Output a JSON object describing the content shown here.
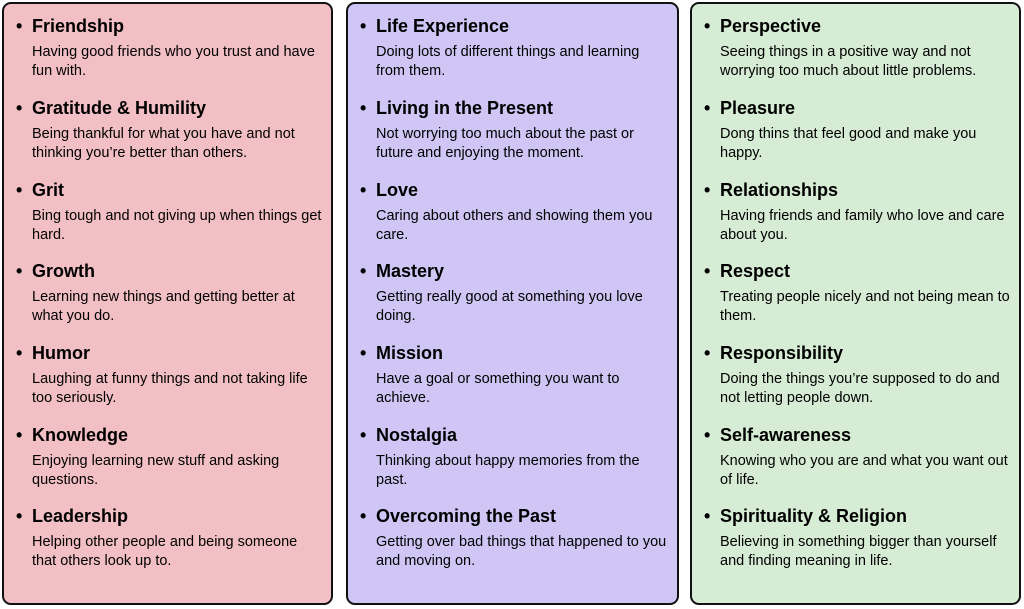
{
  "columns": [
    {
      "items": [
        {
          "title": "Friendship",
          "desc": "Having good friends who you trust and have fun with."
        },
        {
          "title": "Gratitude & Humility",
          "desc": "Being thankful for what you have and not thinking you’re better than others."
        },
        {
          "title": "Grit",
          "desc": "Bing tough and not giving up when things get hard."
        },
        {
          "title": "Growth",
          "desc": "Learning new things and getting better at what you do."
        },
        {
          "title": "Humor",
          "desc": "Laughing at funny things and not taking life too seriously."
        },
        {
          "title": "Knowledge",
          "desc": "Enjoying learning new stuff and asking questions."
        },
        {
          "title": "Leadership",
          "desc": "Helping other people and being someone that others look up to."
        }
      ]
    },
    {
      "items": [
        {
          "title": "Life Experience",
          "desc": "Doing lots of different things and learning from them."
        },
        {
          "title": "Living in the Present",
          "desc": "Not worrying too much about the past or future and enjoying the moment."
        },
        {
          "title": "Love",
          "desc": "Caring about others and showing them you care."
        },
        {
          "title": "Mastery",
          "desc": "Getting really good at something you love doing."
        },
        {
          "title": "Mission",
          "desc": "Have a goal or something you want to achieve."
        },
        {
          "title": "Nostalgia",
          "desc": "Thinking about happy memories from the past."
        },
        {
          "title": "Overcoming the Past",
          "desc": "Getting over bad things that happened to you and moving on."
        }
      ]
    },
    {
      "items": [
        {
          "title": "Perspective",
          "desc": "Seeing things in a positive way and not worrying too much about little problems."
        },
        {
          "title": "Pleasure",
          "desc": "Dong thins that feel good and make you happy."
        },
        {
          "title": "Relationships",
          "desc": "Having friends and family who love and care about you."
        },
        {
          "title": "Respect",
          "desc": "Treating people nicely and not being mean to them."
        },
        {
          "title": "Responsibility",
          "desc": "Doing the things you’re supposed to do and not letting people down."
        },
        {
          "title": "Self-awareness",
          "desc": "Knowing who you are and what you want out of life."
        },
        {
          "title": "Spirituality & Religion",
          "desc": "Believing in something bigger than yourself and finding meaning in life."
        }
      ]
    }
  ]
}
